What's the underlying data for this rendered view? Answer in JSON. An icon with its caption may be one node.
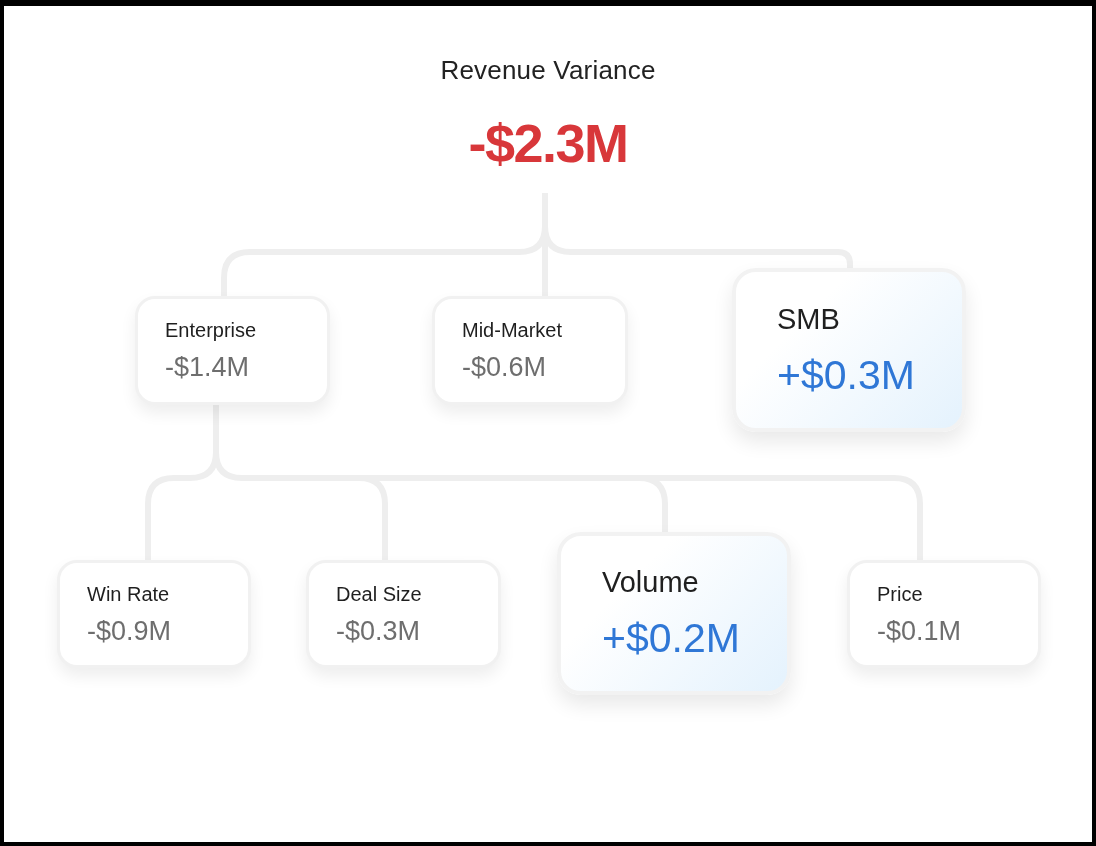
{
  "diagram": {
    "nodes": [
      {
        "text": [
          "Revenue Variance",
          "-$2.3M"
        ]
      },
      {
        "text": [
          "Enterprise",
          "-$1.4M"
        ]
      },
      {
        "text": [
          "Mid-Market",
          "-$0.6M"
        ]
      },
      {
        "text": [
          "SMB",
          "+$0.3M"
        ]
      },
      {
        "text": [
          "Win Rate",
          "-$0.9M"
        ]
      },
      {
        "text": [
          "Deal Size",
          "-$0.3M"
        ]
      },
      {
        "text": [
          "Volume",
          "+$0.2M"
        ]
      },
      {
        "text": [
          "Price",
          "-$0.1M"
        ]
      }
    ],
    "edges": [
      {
        "from": 0,
        "to": 1,
        "arrow": "none"
      },
      {
        "from": 0,
        "to": 2,
        "arrow": "none"
      },
      {
        "from": 0,
        "to": 3,
        "arrow": "none"
      },
      {
        "from": 1,
        "to": 4,
        "arrow": "none"
      },
      {
        "from": 1,
        "to": 5,
        "arrow": "none"
      },
      {
        "from": 1,
        "to": 6,
        "arrow": "none"
      },
      {
        "from": 1,
        "to": 7,
        "arrow": "none"
      }
    ]
  }
}
